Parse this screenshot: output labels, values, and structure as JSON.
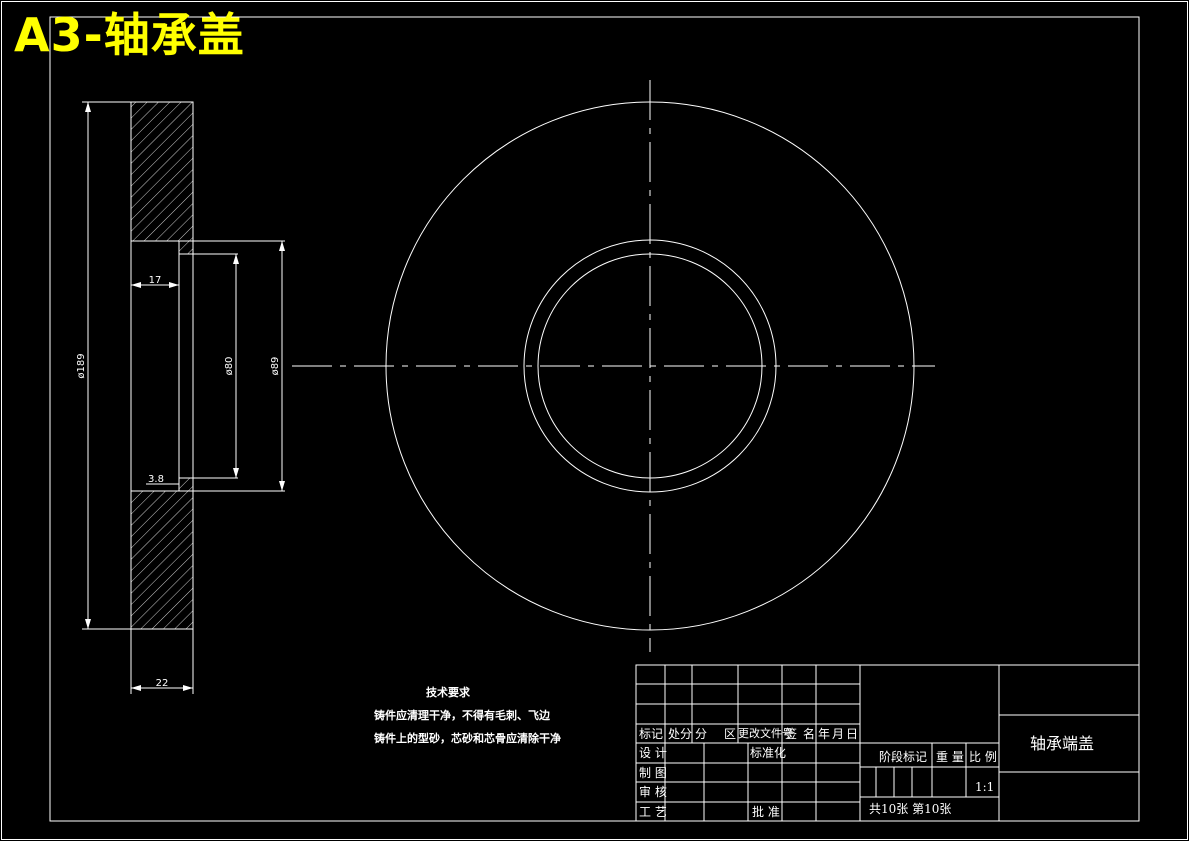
{
  "sheet": {
    "label": "A3-轴承盖",
    "colors": {
      "background": "#000000",
      "lines": "#ffffff",
      "title": "#ffff00"
    }
  },
  "dimensions": {
    "thickness_total": "22",
    "flange_depth": "17",
    "small_step": "3.8",
    "outer_diameter": "ø189",
    "inner_diameter": "ø80",
    "spigot_diameter": "ø89"
  },
  "tech_requirements": {
    "title": "技术要求",
    "items": [
      "铸件应清理干净，不得有毛刺、飞边",
      "铸件上的型砂，芯砂和芯骨应清除干净"
    ]
  },
  "title_block": {
    "part_name": "轴承端盖",
    "header_row": [
      "标记",
      "处分",
      "分",
      "区",
      "更改文件号",
      "签",
      "名",
      "年",
      "月",
      "日"
    ],
    "roles": [
      "设 计",
      "制 图",
      "审 核",
      "工 艺"
    ],
    "standardization": "标准化",
    "approve": "批 准",
    "stage_mark": "阶段标记",
    "weight": "重 量",
    "scale_label": "比 例",
    "scale_value": "1:1",
    "sheet_count": "共10张  第10张"
  }
}
